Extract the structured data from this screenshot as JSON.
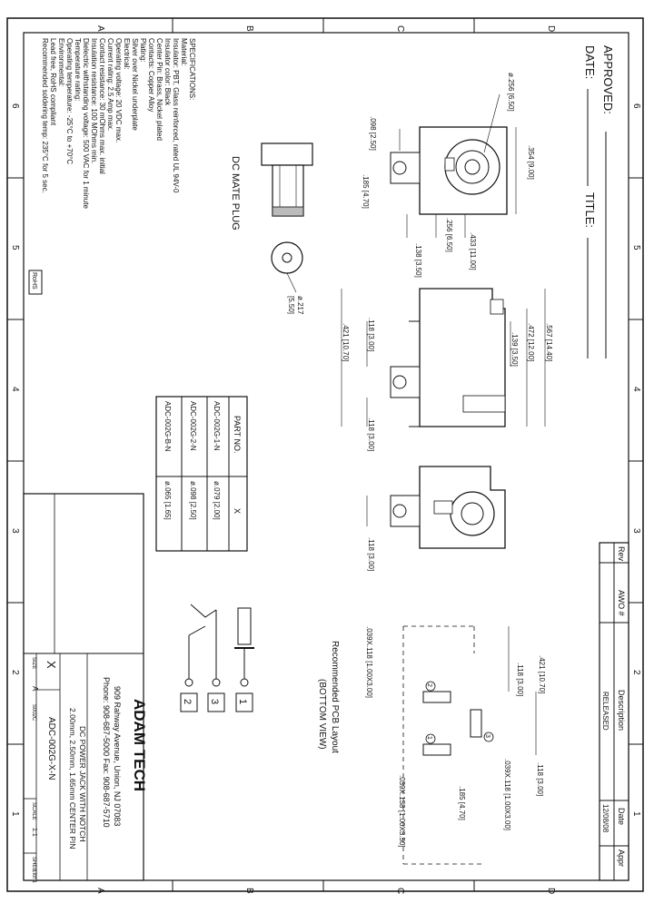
{
  "border": {
    "zone_numbers": [
      "6",
      "5",
      "4",
      "3",
      "2",
      "1"
    ],
    "zone_letters": [
      "A",
      "B",
      "C",
      "D"
    ]
  },
  "approval": {
    "approved": "APPROVED:",
    "date": "DATE:",
    "title": "TITLE:"
  },
  "specs": {
    "lines": [
      "SPECIFICATIONS:",
      "Material:",
      "Insulator: PBT, Glass reinforced, rated UL 94V-0",
      "Insulator color: Black",
      "Center Pin: Brass, Nickel plated",
      "Contacts: Copper Alloy",
      "Plating:",
      "Silver over Nickel underplate",
      "Electrical:",
      "Operating voltage: 20 VDC max.",
      "Current rating: 2.5 Amp max.",
      "Contact resistance: 30 mOhms max. initial",
      "Insulation resistance: 100 MOhms min.",
      "Dielectric withstanding voltage: 500 VAC for 1 minute",
      "Temperature rating:",
      "Operating temperature: -25°C to +70°C",
      "Environmental:",
      "Lead free, RoHS compliant",
      "Recommended soldering temp: 235°C for 5 sec."
    ],
    "rohs": "RoHS"
  },
  "mate_plug": {
    "label": "DC MATE PLUG",
    "dim": "ø.217",
    "dim_mm": "[5.50]"
  },
  "part_table": {
    "headers": [
      "PART NO.",
      "X"
    ],
    "rows": [
      [
        "ADC-002G-1-N",
        "ø.079 [2.00]"
      ],
      [
        "ADC-002G-2-N",
        "ø.098 [2.50]"
      ],
      [
        "ADC-002G-B-N",
        "ø.065 [1.65]"
      ]
    ]
  },
  "revision": {
    "headers": [
      "Rev",
      "AWO #",
      "Description",
      "Date",
      "Appr"
    ],
    "row": [
      "",
      "",
      "RELEASED",
      "12/08/08",
      ""
    ]
  },
  "pcb": {
    "title": "Recommended PCB Layout",
    "subtitle": "(BOTTOM VIEW)",
    "dims": [
      ".039X.118 [1.00X3.00]",
      ".421 [10.70]",
      ".118 [3.00]",
      ".039X.118 [1.00X3.00]",
      ".118 [3.00]",
      ".185 [4.70]",
      ".039X.138 [1.00X3.50]"
    ],
    "pads": [
      "1",
      "2",
      "3"
    ]
  },
  "schematic": {
    "pins": [
      "1",
      "3",
      "2"
    ]
  },
  "top_view": {
    "dims": [
      "ø.256 [6.50]",
      ".098 [2.50]",
      ".354 [9.00]",
      ".185 [4.70]",
      ".256 [6.50]",
      ".433 [11.00]",
      ".138 [3.50]"
    ]
  },
  "side_view": {
    "dims": [
      ".567 [14.40]",
      ".472 [12.00]",
      ".139 [3.50]",
      ".421 [10.70]",
      ".118 [3.00]",
      ".118 [3.00]"
    ]
  },
  "front_view": {
    "dims": [
      ".118 [3.00]"
    ]
  },
  "title_block": {
    "company": "ADAM TECH",
    "address": "909 Rahway Avenue, Union, NJ 07083",
    "phone": "Phone: 908-687-5000  Fax: 908-687-5710",
    "description_1": "DC POWER JACK WITH NOTCH",
    "description_2": "2.00mm, 2.50mm, 1.65mm CENTER PIN",
    "part_no": "ADC-002G-X-N",
    "x_mark": "X",
    "size_label": "SIZE",
    "size": "A",
    "scale_label": "SCALE",
    "scale": "1:1",
    "sheet_label": "SHEET",
    "sheet": "1 of 1",
    "dwg": "S002C"
  }
}
